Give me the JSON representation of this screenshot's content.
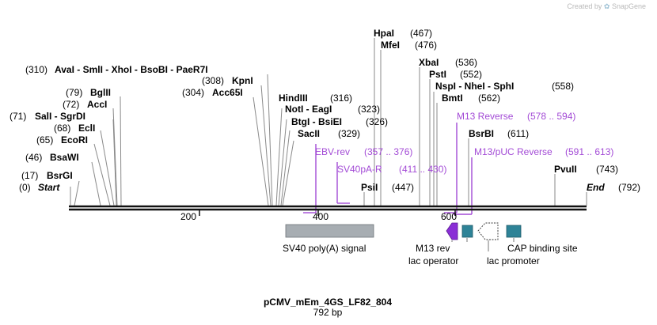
{
  "credit": {
    "prefix": "Created by",
    "brand": "SnapGene"
  },
  "plasmid": {
    "name": "pCMV_mEm_4GS_LF82_804",
    "length_label": "792 bp",
    "length": 792
  },
  "ruler": {
    "ticks": [
      "200",
      "400",
      "600"
    ]
  },
  "ends": {
    "start_label": "Start",
    "start_pos": "(0)",
    "end_label": "End",
    "end_pos": "(792)"
  },
  "sites": [
    {
      "id": "bsrgi",
      "pos": "(17)",
      "text": "BsrGI"
    },
    {
      "id": "bsawi",
      "pos": "(46)",
      "text": "BsaWI"
    },
    {
      "id": "ecori",
      "pos": "(65)",
      "text": "EcoRI"
    },
    {
      "id": "ecli",
      "pos": "(68)",
      "text": "EclI"
    },
    {
      "id": "sali",
      "pos": "(71)",
      "text": "SalI  - SgrDI"
    },
    {
      "id": "acci",
      "pos": "(72)",
      "text": "AccI"
    },
    {
      "id": "bglii",
      "pos": "(79)",
      "text": "BglII"
    },
    {
      "id": "avai",
      "pos": "(310)",
      "text": "AvaI  - SmlI  - XhoI  - BsoBI  - PaeR7I"
    },
    {
      "id": "kpni",
      "pos": "(308)",
      "text": "KpnI"
    },
    {
      "id": "acc65i",
      "pos": "(304)",
      "text": "Acc65I"
    },
    {
      "id": "hindiii",
      "pos": "(316)",
      "text": "HindIII"
    },
    {
      "id": "noti",
      "pos": "(323)",
      "text": "NotI  - EagI"
    },
    {
      "id": "btgi",
      "pos": "(326)",
      "text": "BtgI  - BsiEI"
    },
    {
      "id": "sacii",
      "pos": "(329)",
      "text": "SacII"
    },
    {
      "id": "hpai",
      "pos": "(467)",
      "text": "HpaI"
    },
    {
      "id": "mfei",
      "pos": "(476)",
      "text": "MfeI"
    },
    {
      "id": "psii",
      "pos": "(447)",
      "text": "PsiI"
    },
    {
      "id": "xbai",
      "pos": "(536)",
      "text": "XbaI"
    },
    {
      "id": "psti",
      "pos": "(552)",
      "text": "PstI"
    },
    {
      "id": "nspi",
      "pos": "(558)",
      "text": "NspI  - NheI  - SphI"
    },
    {
      "id": "bmti",
      "pos": "(562)",
      "text": "BmtI"
    },
    {
      "id": "bsrbi",
      "pos": "(611)",
      "text": "BsrBI"
    },
    {
      "id": "pvuii",
      "pos": "(743)",
      "text": "PvuII"
    }
  ],
  "primers": [
    {
      "id": "ebv",
      "name": "EBV-rev",
      "range": "(357 .. 376)"
    },
    {
      "id": "sv40pa",
      "name": "SV40pA-R",
      "range": "(411 .. 430)"
    },
    {
      "id": "m13rev",
      "name": "M13 Reverse",
      "range": "(578 .. 594)"
    },
    {
      "id": "m13puc",
      "name": "M13/pUC Reverse",
      "range": "(591 .. 613)"
    }
  ],
  "features": [
    {
      "id": "sv40",
      "label": "SV40 poly(A) signal"
    },
    {
      "id": "m13rev",
      "label": "M13 rev"
    },
    {
      "id": "lacop",
      "label": "lac operator"
    },
    {
      "id": "lacprom",
      "label": "lac promoter"
    },
    {
      "id": "cap",
      "label": "CAP binding site"
    }
  ],
  "colors": {
    "primer": "#a34bd6",
    "lac_operator": "#2e8397",
    "sv40": "#a7adb2",
    "m13_arrow": "#8a2fd6"
  }
}
